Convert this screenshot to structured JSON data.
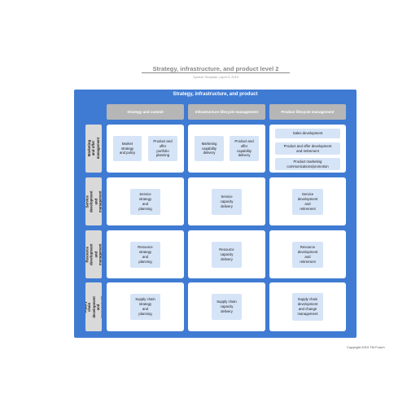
{
  "header": {
    "title": "Strategy, infrastructure, and product level 2",
    "subtitle": "System Template | April 3, 2019"
  },
  "frame": {
    "title": "Strategy, infrastructure, and product"
  },
  "columns": [
    "Strategy and commit",
    "Infrastructure lifecycle management",
    "Product lifecycle management"
  ],
  "rows": [
    "Marketing and offer\nmanagement",
    "Service development\nand management",
    "Resource\ndevelopment and\nmanagement",
    "Supply chain\ndevelopment and\nmanagement"
  ],
  "cells": {
    "r0c0": [
      "Market\nstrategy\nand policy",
      "Product and\noffer\nportfolio\nplanning"
    ],
    "r0c1": [
      "Marketing\ncapability\ndelivery",
      "Product and\noffer\ncapability\ndelivery"
    ],
    "r0c2": [
      "Sales development",
      "Product and offer development\nand retirement",
      "Product marketing\ncommunications/promotion"
    ],
    "r1c0": [
      "Service\nstrategy\nand\nplanning"
    ],
    "r1c1": [
      "Service\ncapacity\ndelivery"
    ],
    "r1c2": [
      "Service\ndevelopment\nand\nretirement"
    ],
    "r2c0": [
      "Resource\nstrategy\nand\nplanning"
    ],
    "r2c1": [
      "Resource\ncapacity\ndelivery"
    ],
    "r2c2": [
      "Resource\ndevelopment\nand\nretirement"
    ],
    "r3c0": [
      "Supply chain\nstrategy\nand\nplanning"
    ],
    "r3c1": [
      "Supply chain\ncapacity\ndelivery"
    ],
    "r3c2": [
      "Supply chain\ndevelopment\nand change\nmanagement"
    ]
  },
  "footer": {
    "copyright": "Copyright 2019 TM Forum"
  },
  "colors": {
    "frame": "#3f7bd3",
    "column_header": "#b6b6b6",
    "row_header": "#d9d9d9",
    "box": "#d6e4f7"
  }
}
